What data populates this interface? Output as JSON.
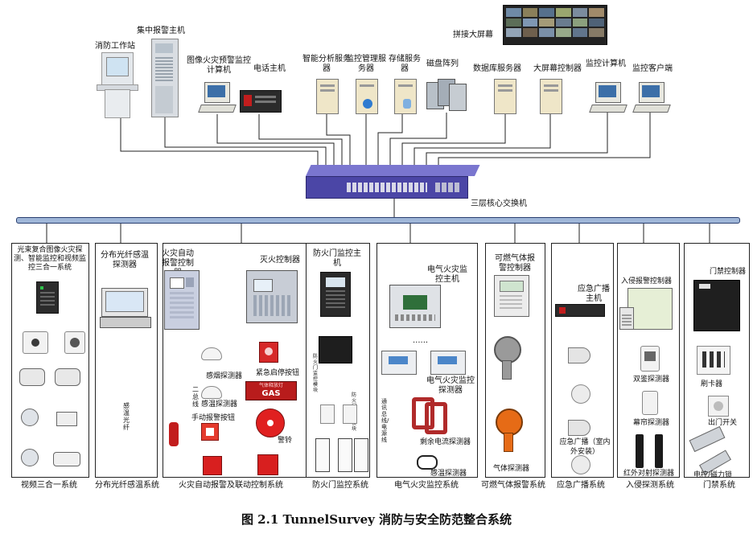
{
  "figure_caption": "图 2.1 TunnelSurvey 消防与安全防范整合系统",
  "top_devices": {
    "fire_workstation": "消防工作站",
    "central_alarm_host": "集中报警主机",
    "image_fire_warning_pc": "图像火灾预警监控计算机",
    "phone_host": "电话主机",
    "intelligent_analysis_server": "智能分析服务器",
    "monitor_mgmt_server": "监控管理服务器",
    "storage_server": "存储服务器",
    "disk_array": "磁盘阵列",
    "database_server": "数据库服务器",
    "big_screen_controller": "大屏幕控制器",
    "monitor_computer": "监控计算机",
    "monitor_client": "监控客户端",
    "video_wall": "拼接大屏幕"
  },
  "core_switch": "三层核心交换机",
  "subsystems": {
    "video": {
      "title": "光束复合图像火灾探测、智能监控和视频监控三合一系统",
      "footer": "视频三合一系统"
    },
    "fiber": {
      "title": "分布光纤感温探测器",
      "cable": "感温光纤",
      "footer": "分布光纤感温系统"
    },
    "fire_alarm": {
      "panel": "火灾自动报警控制器",
      "bus": "二总线",
      "smoke": "感烟探测器",
      "temp": "感温探测器",
      "manual": "手动报警按钮",
      "extinguish_ctrl": "灭火控制器",
      "emergency_button": "紧急启停按钮",
      "gas_sign": "气体释放灯",
      "gas_text": "GAS",
      "bell": "警铃",
      "footer": "火灾自动报警及联动控制系统"
    },
    "door": {
      "host": "防火门监控主机",
      "label_a": "防火门监控模块",
      "label_b": "防火门监控模块",
      "footer": "防火门监控系统"
    },
    "electric": {
      "host": "电气火灾监控主机",
      "detector": "电气火灾监控探测器",
      "residual": "剩余电流探测器",
      "temp": "感温探测器",
      "bus": "通讯总线/电源线",
      "dots": "......",
      "footer": "电气火灾监控系统"
    },
    "gas": {
      "ctrl": "可燃气体报警控制器",
      "detector": "气体探测器",
      "footer": "可燃气体报警系统"
    },
    "broadcast": {
      "host": "应急广播主机",
      "speaker": "应急广播（室内外安装）",
      "footer": "应急广播系统"
    },
    "intrusion": {
      "ctrl": "入侵报警控制器",
      "dual": "双鉴探测器",
      "curtain": "幕帘探测器",
      "ir": "红外对射探测器",
      "footer": "入侵探测系统"
    },
    "access": {
      "ctrl": "门禁控制器",
      "reader": "刷卡器",
      "exit": "出门开关",
      "lock": "电控/磁力锁",
      "footer": "门禁系统"
    }
  },
  "colors": {
    "switch": "#5a55b8",
    "backbone": "#9fb6d8",
    "alarm_red": "#d01818",
    "wire_blue": "#2a3fb0",
    "fire_panel": "#c9cfe0"
  }
}
